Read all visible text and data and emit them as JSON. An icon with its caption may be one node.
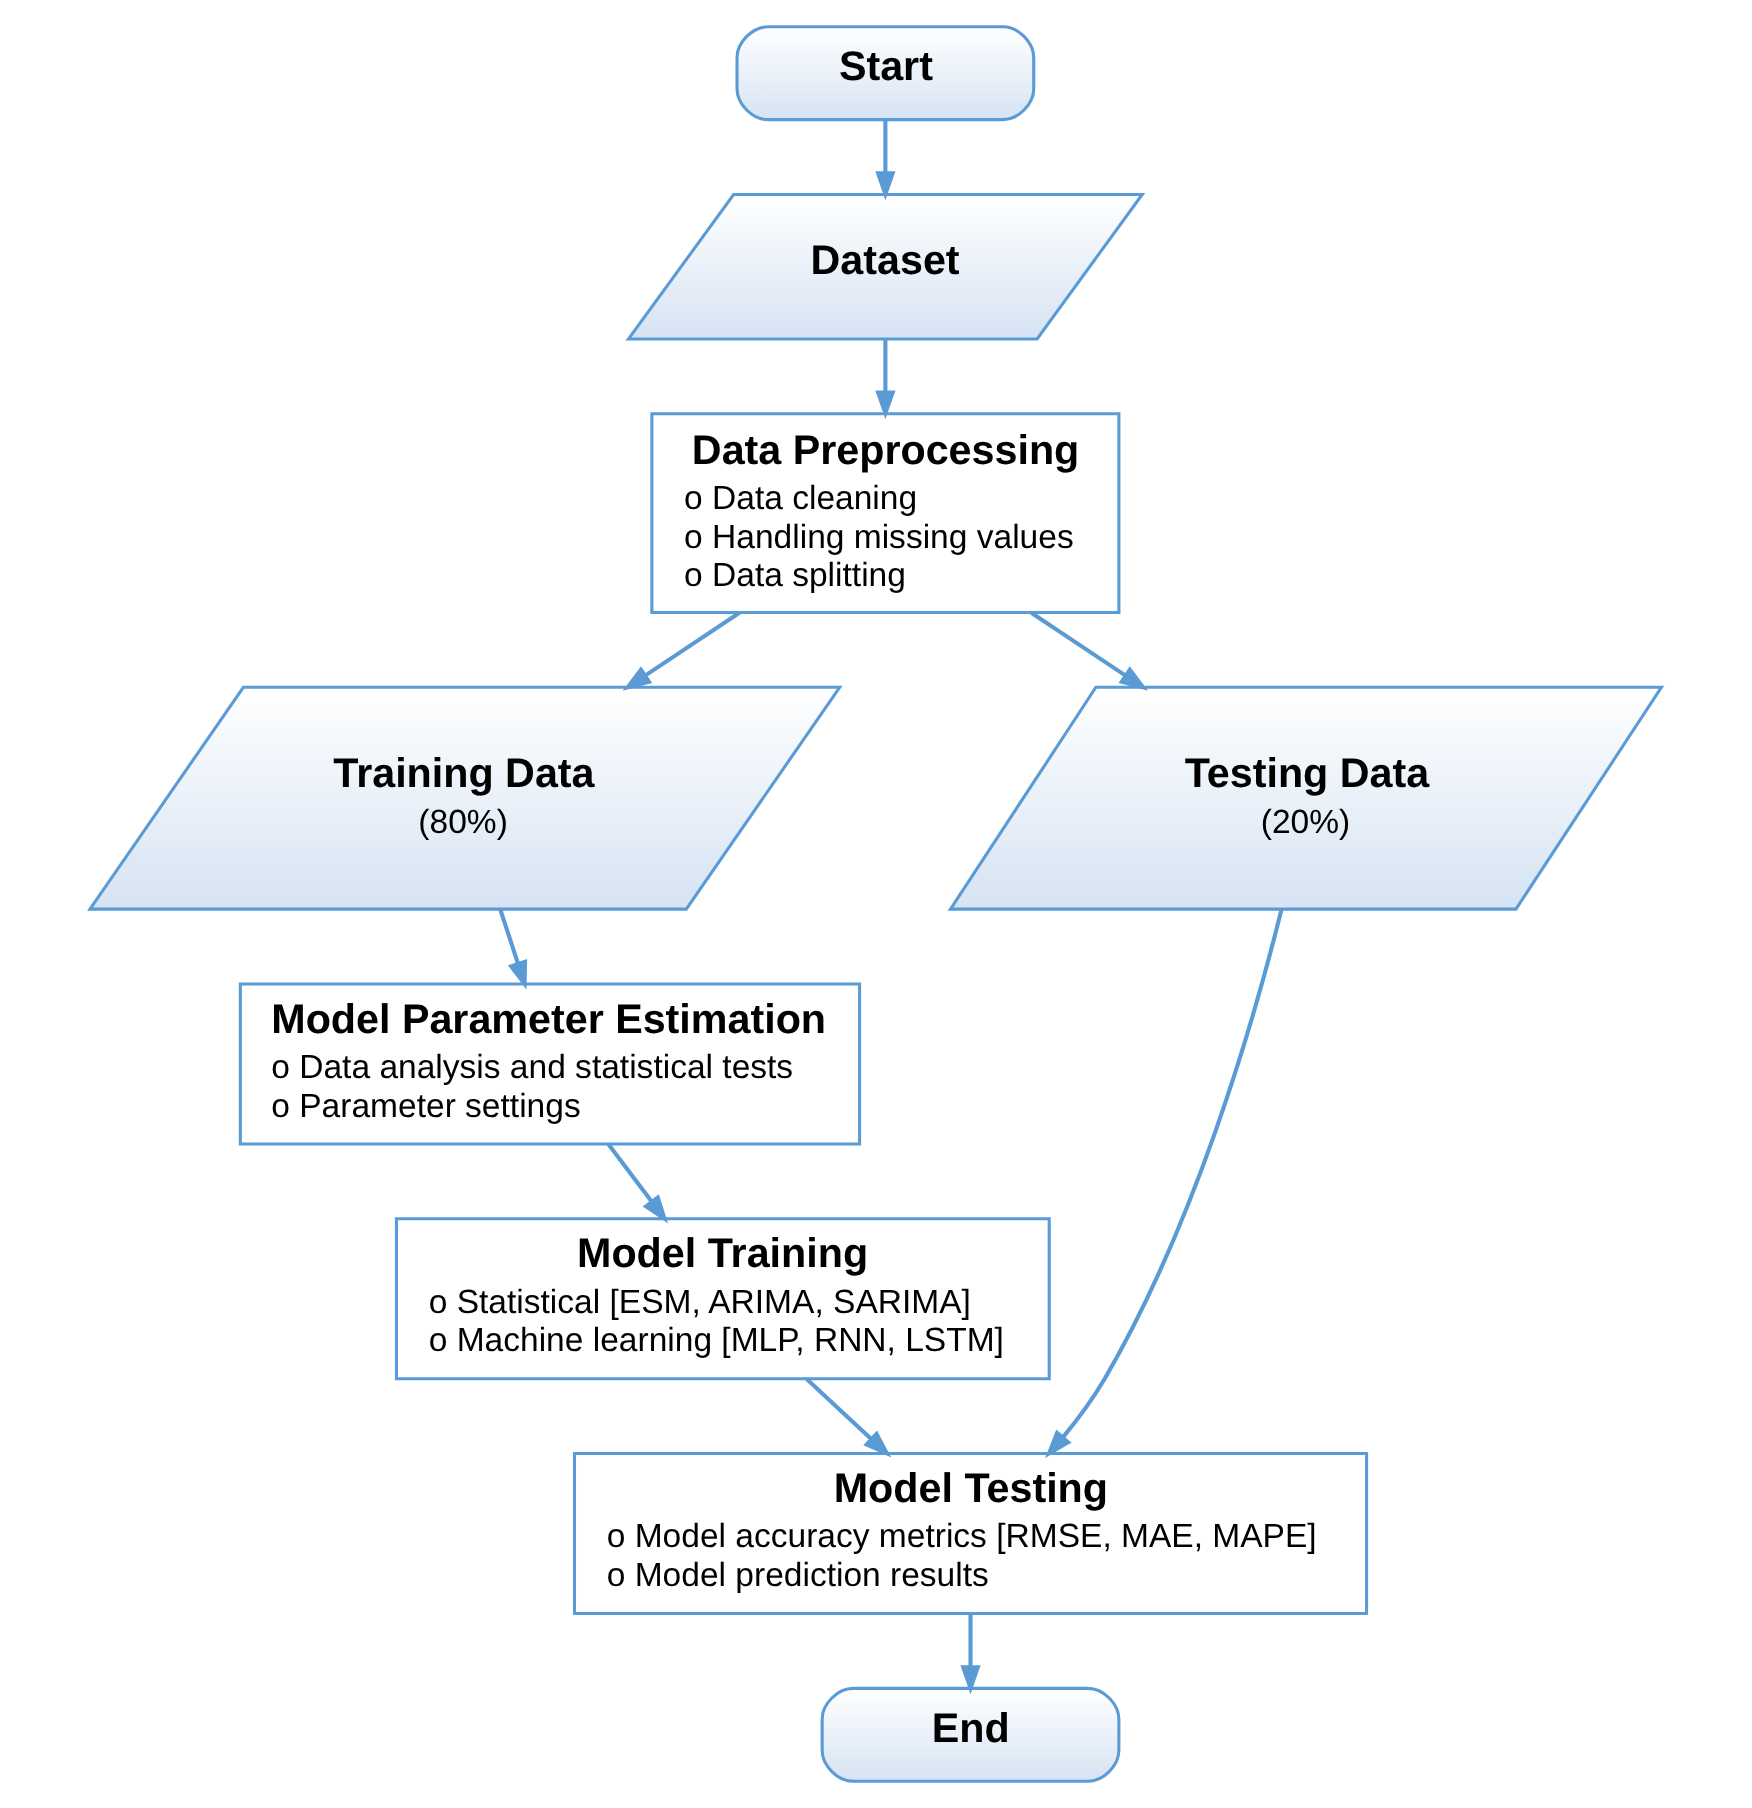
{
  "diagram": {
    "nodes": [
      {
        "text": [
          "Start"
        ]
      },
      {
        "text": [
          "Dataset"
        ]
      },
      {
        "text": [
          "Data Preprocessing",
          "o Data cleaning",
          "o Handling missing values",
          "o Data splitting"
        ]
      },
      {
        "text": [
          "Training Data",
          "(80%)"
        ]
      },
      {
        "text": [
          "Testing Data",
          "(20%)"
        ]
      },
      {
        "text": [
          "Model Parameter Estimation",
          "o Data analysis and statistical tests",
          "o Parameter settings"
        ]
      },
      {
        "text": [
          "Model Training",
          "o Statistical [ESM, ARIMA, SARIMA]",
          "o Machine learning [MLP, RNN, LSTM]"
        ]
      },
      {
        "text": [
          "Model Testing",
          "o Model accuracy metrics [RMSE, MAE, MAPE]",
          "o Model prediction results"
        ]
      },
      {
        "text": [
          "End"
        ]
      }
    ],
    "edges": [
      {
        "from": 0,
        "to": 1,
        "arrow": "to"
      },
      {
        "from": 1,
        "to": 2,
        "arrow": "to"
      },
      {
        "from": 2,
        "to": 3,
        "arrow": "to"
      },
      {
        "from": 2,
        "to": 4,
        "arrow": "to"
      },
      {
        "from": 3,
        "to": 5,
        "arrow": "to"
      },
      {
        "from": 5,
        "to": 6,
        "arrow": "to"
      },
      {
        "from": 6,
        "to": 7,
        "arrow": "to"
      },
      {
        "from": 4,
        "to": 7,
        "arrow": "to"
      },
      {
        "from": 7,
        "to": 8,
        "arrow": "to"
      }
    ]
  }
}
